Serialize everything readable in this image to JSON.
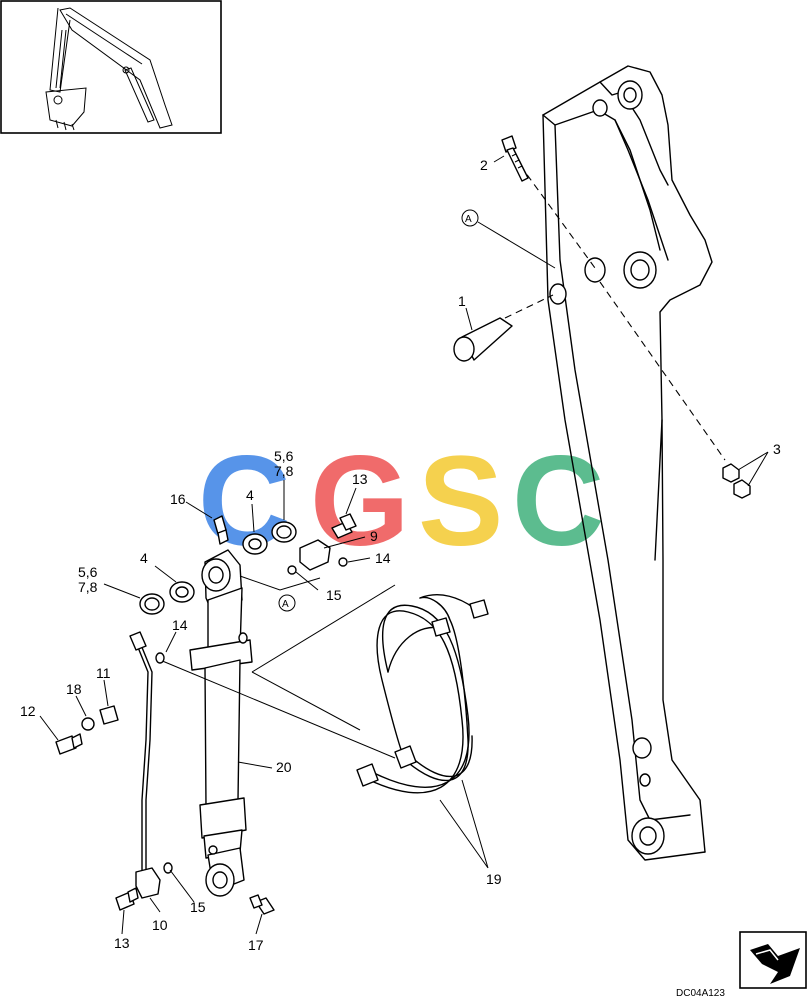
{
  "watermark": {
    "letters": [
      "C",
      "G",
      "S",
      "C"
    ],
    "colors": [
      "#4f8fe8",
      "#f06464",
      "#f5cf45",
      "#54b98a"
    ]
  },
  "callouts": {
    "c1": "1",
    "c2": "2",
    "c3": "3",
    "refA1": "A",
    "refA2": "A",
    "c4a": "4",
    "c4b": "4",
    "c56a": "5,6",
    "c78a": "7,8",
    "c56b": "5,6",
    "c78b": "7,8",
    "c9": "9",
    "c10": "10",
    "c11": "11",
    "c12": "12",
    "c13a": "13",
    "c13b": "13",
    "c14a": "14",
    "c14b": "14",
    "c15a": "15",
    "c15b": "15",
    "c16": "16",
    "c17": "17",
    "c18": "18",
    "c19": "19",
    "c20": "20"
  },
  "drawing_code": "DC04A123",
  "icons": {
    "locator": "excavator-locator-icon",
    "nav": "next-page-arrow-icon"
  }
}
